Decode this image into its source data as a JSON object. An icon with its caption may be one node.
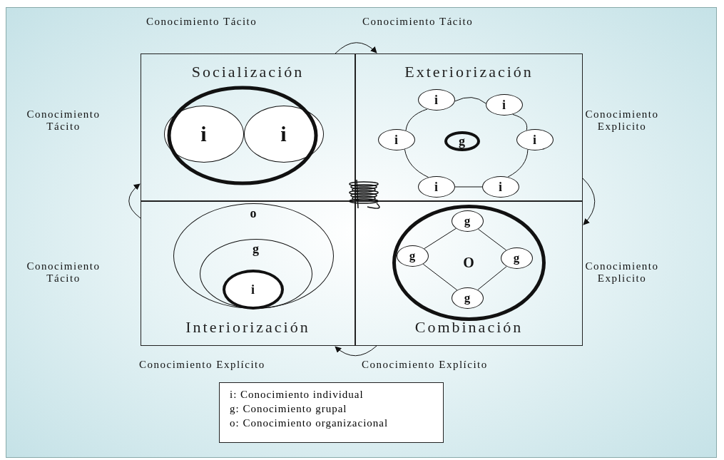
{
  "diagram": {
    "nodes": [
      {
        "text": [
          "Socialización"
        ]
      },
      {
        "text": [
          "i"
        ],
        "in": 0
      },
      {
        "text": [
          "i"
        ],
        "in": 0
      },
      {
        "text": [
          "Exteriorización"
        ]
      },
      {
        "text": [
          "i"
        ],
        "in": 3
      },
      {
        "text": [
          "i"
        ],
        "in": 3
      },
      {
        "text": [
          "i"
        ],
        "in": 3
      },
      {
        "text": [
          "g"
        ],
        "in": 3
      },
      {
        "text": [
          "i"
        ],
        "in": 3
      },
      {
        "text": [
          "i"
        ],
        "in": 3
      },
      {
        "text": [
          "i"
        ],
        "in": 3
      },
      {
        "text": [
          "Interiorización"
        ]
      },
      {
        "text": [
          "o"
        ],
        "in": 11
      },
      {
        "text": [
          "g"
        ],
        "in": 12
      },
      {
        "text": [
          "i"
        ],
        "in": 13
      },
      {
        "text": [
          "Combinación"
        ]
      },
      {
        "text": [
          "O"
        ],
        "in": 15
      },
      {
        "text": [
          "g"
        ],
        "in": 16
      },
      {
        "text": [
          "g"
        ],
        "in": 16
      },
      {
        "text": [
          "g"
        ],
        "in": 16
      },
      {
        "text": [
          "g"
        ],
        "in": 16
      }
    ],
    "edges": [
      {
        "from": 0,
        "to": 3,
        "arrow": "to"
      },
      {
        "from": 3,
        "to": 15,
        "arrow": "to"
      },
      {
        "from": 15,
        "to": 11,
        "arrow": "to"
      },
      {
        "from": 11,
        "to": 0,
        "arrow": "to"
      },
      {
        "from": 4,
        "to": 5,
        "arrow": "none"
      },
      {
        "from": 5,
        "to": 8,
        "arrow": "none"
      },
      {
        "from": 8,
        "to": 10,
        "arrow": "none"
      },
      {
        "from": 10,
        "to": 9,
        "arrow": "none"
      },
      {
        "from": 9,
        "to": 6,
        "arrow": "none"
      },
      {
        "from": 6,
        "to": 4,
        "arrow": "none"
      },
      {
        "from": 17,
        "to": 18,
        "arrow": "none"
      },
      {
        "from": 17,
        "to": 19,
        "arrow": "none"
      },
      {
        "from": 18,
        "to": 20,
        "arrow": "none"
      },
      {
        "from": 19,
        "to": 20,
        "arrow": "none"
      }
    ],
    "labels": [
      "Conocimiento Tácito",
      "Conocimiento Tácito",
      "Conocimiento Tácito",
      "Conocimiento Explicito",
      "Conocimiento Tácito",
      "Conocimiento Explicito",
      "Conocimiento Explícito",
      "Conocimiento Explícito"
    ],
    "legend": [
      {
        "text": "i: Conocimiento individual"
      },
      {
        "text": "g: Conocimiento grupal"
      },
      {
        "text": "o: Conocimiento organizacional"
      }
    ]
  }
}
